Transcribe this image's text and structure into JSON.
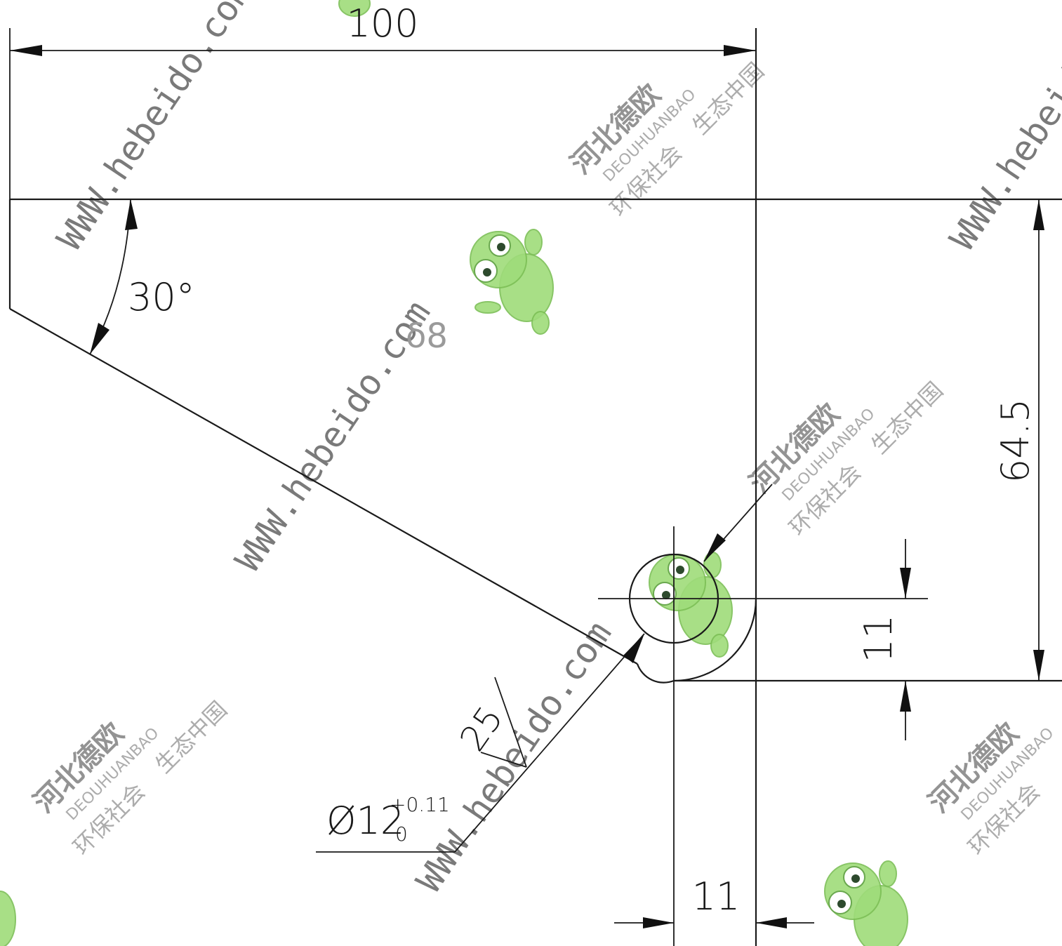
{
  "dimensions": {
    "width_top": "100",
    "angle": "30°",
    "thickness": "δ8",
    "height_right": "64.5",
    "offset_vertical": "11",
    "offset_horizontal": "11",
    "hole_diameter": "Ø12",
    "tol_upper": "+0.11",
    "tol_lower": "0",
    "surface_roughness": "25"
  },
  "watermark": {
    "url": "WWW.hebeido.com",
    "brand": "河北德欧",
    "brand_latin": "DEOUHUANBAO",
    "slogan_a": "环保社会",
    "slogan_b": "生态中国"
  }
}
